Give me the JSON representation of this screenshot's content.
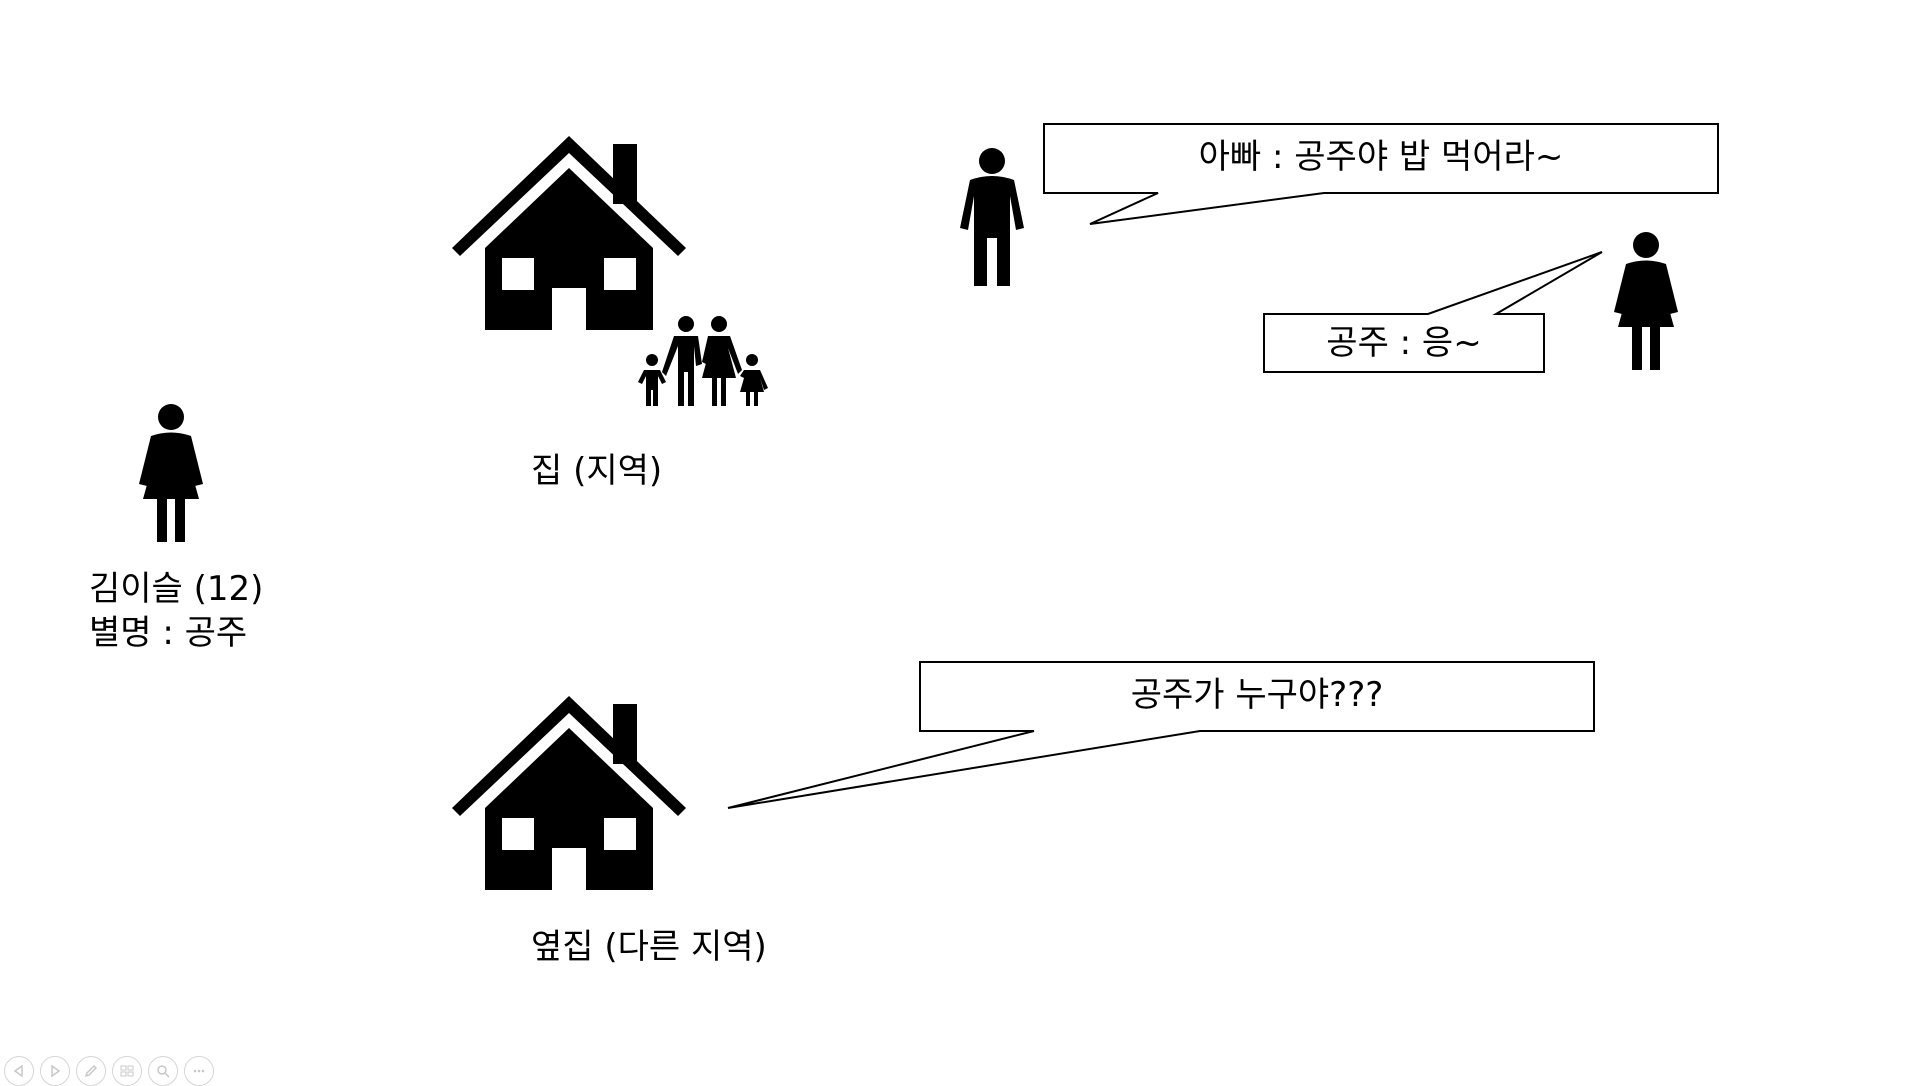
{
  "person": {
    "name": "김이슬 (12)",
    "nickname": "별명 : 공주"
  },
  "home": {
    "label": "집 (지역)"
  },
  "neighbor": {
    "label": "옆집 (다른 지역)"
  },
  "dialogue": {
    "dad": "아빠 : 공주야 밥 먹어라~",
    "princess": "공주 : 응~",
    "neighbor": "공주가 누구야???"
  },
  "toolbar": {
    "icons": [
      "prev-icon",
      "next-icon",
      "pen-icon",
      "slides-icon",
      "zoom-icon",
      "more-icon"
    ]
  }
}
